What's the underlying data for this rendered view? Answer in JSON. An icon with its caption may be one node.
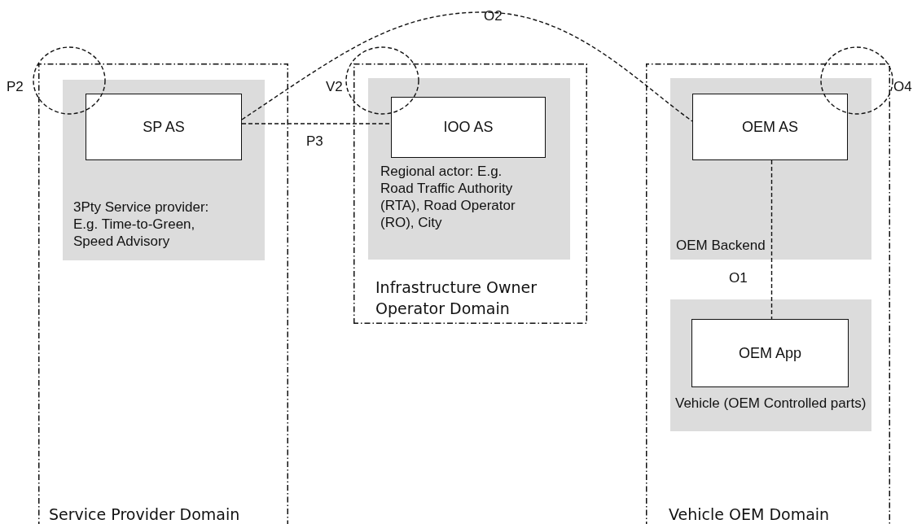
{
  "diagram": {
    "nodes": [
      {
        "text": [
          "Service Provider Domain"
        ]
      },
      {
        "text": [
          "3Pty Service provider: E.g. Time-to-Green, Speed Advisory"
        ],
        "in": 0
      },
      {
        "text": [
          "SP AS"
        ],
        "in": 1
      },
      {
        "text": [
          "Infrastructure Owner Operator Domain"
        ]
      },
      {
        "text": [
          "Regional actor: E.g. Road Traffic Authority (RTA), Road Operator (RO), City"
        ],
        "in": 3
      },
      {
        "text": [
          "IOO AS"
        ],
        "in": 4
      },
      {
        "text": [
          "Vehicle OEM Domain"
        ]
      },
      {
        "text": [
          "OEM Backend"
        ],
        "in": 6
      },
      {
        "text": [
          "OEM AS"
        ],
        "in": 7
      },
      {
        "text": [
          "Vehicle (OEM Controlled parts)"
        ],
        "in": 6
      },
      {
        "text": [
          "OEM App"
        ],
        "in": 9
      },
      {
        "text": [],
        "shape": "circle",
        "beside": [
          "P2"
        ]
      },
      {
        "text": [],
        "shape": "circle",
        "beside": [
          "V2"
        ]
      },
      {
        "text": [],
        "shape": "circle",
        "beside": [
          "O4"
        ]
      }
    ],
    "edges": [
      {
        "from": 2,
        "to": 5,
        "arrow": "none",
        "label": "P3",
        "style": "dashed"
      },
      {
        "from": 2,
        "to": 8,
        "arrow": "none",
        "label": "O2",
        "style": "dashed"
      },
      {
        "from": 8,
        "to": 10,
        "arrow": "none",
        "label": "O1",
        "style": "dashed"
      }
    ]
  }
}
